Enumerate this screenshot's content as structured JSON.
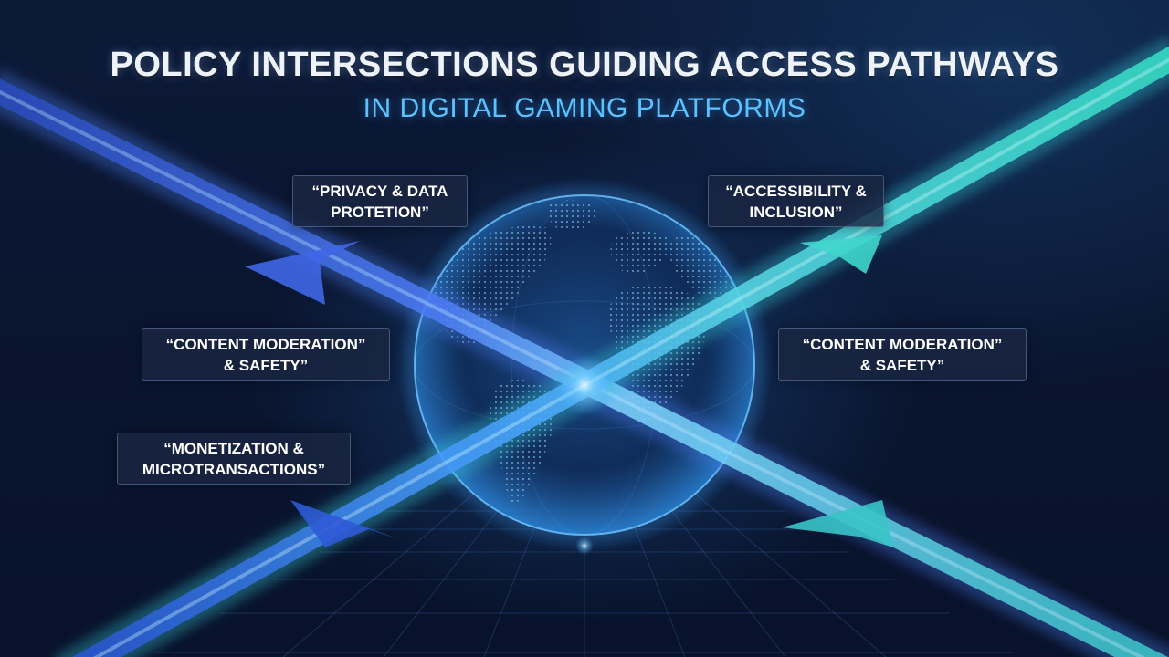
{
  "header": {
    "title": "POLICY INTERSECTIONS GUIDING ACCESS PATHWAYS",
    "subtitle": "IN DIGITAL GAMING PLATFORMS"
  },
  "labels": {
    "privacy": [
      "“PRIVACY & DATA",
      "PROTETION”"
    ],
    "accessibility": [
      "“ACCESSIBILITY &",
      "INCLUSION”"
    ],
    "content_left": [
      "“CONTENT MODERATION”",
      "& SAFETY”"
    ],
    "content_right": [
      "“CONTENT MODERATION”",
      "& SAFETY”"
    ],
    "monetization": [
      "“MONETIZATION &",
      "MICROTRANSACTIONS”"
    ]
  },
  "icons": {
    "center": "globe-icon",
    "pathways": "arrow-icon"
  },
  "colors": {
    "background": "#0a1530",
    "title": "#eef3fa",
    "subtitle": "#5cc2ff",
    "pathway_blue": "#3d6bf0",
    "pathway_teal": "#3fe0d0",
    "globe_glow": "#56b8ff"
  }
}
